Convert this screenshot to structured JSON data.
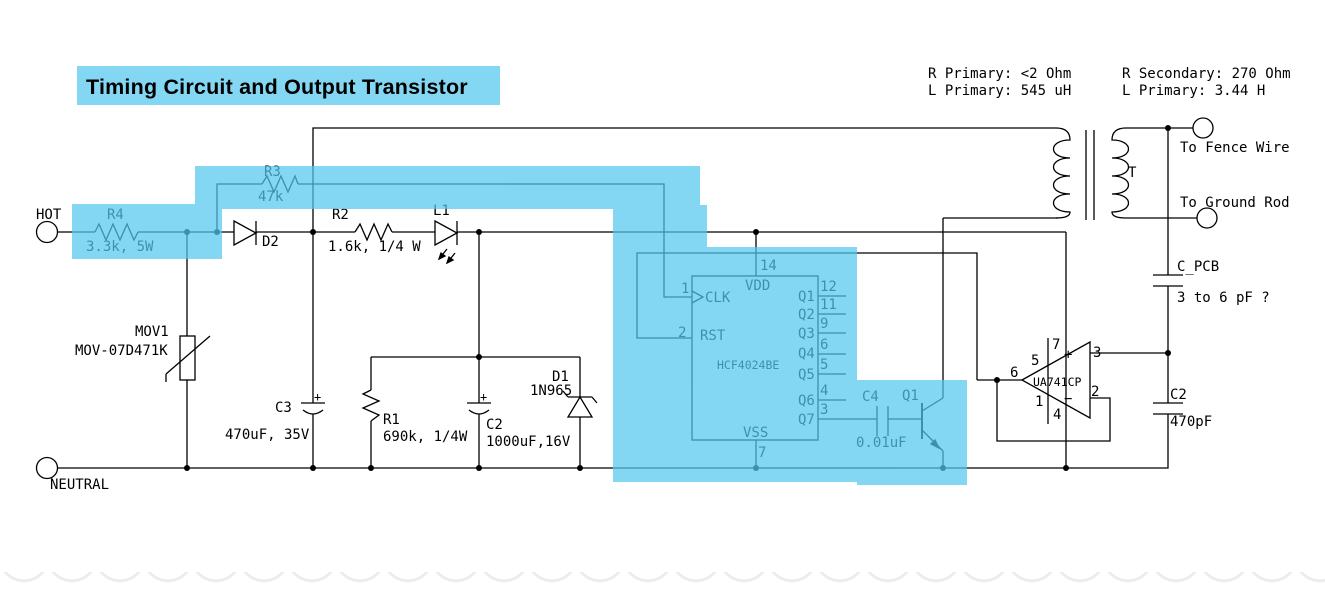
{
  "title": {
    "text": "Timing Circuit and Output Transistor"
  },
  "notes": {
    "primary_r": "R Primary: <2 Ohm",
    "primary_l": "L Primary: 545 uH",
    "secondary_r": "R Secondary: 270 Ohm",
    "secondary_l": "L Primary: 3.44 H"
  },
  "terminals": {
    "hot": "HOT",
    "neutral": "NEUTRAL",
    "fence": "To Fence Wire",
    "ground": "To Ground Rod"
  },
  "components": {
    "r4": {
      "ref": "R4",
      "value": "3.3k, 5W"
    },
    "r3": {
      "ref": "R3",
      "value": "47k"
    },
    "r2": {
      "ref": "R2",
      "value": "1.6k, 1/4 W"
    },
    "r1": {
      "ref": "R1",
      "value": "690k, 1/4W"
    },
    "d2": {
      "ref": "D2"
    },
    "d1": {
      "ref": "D1",
      "value": "1N965"
    },
    "l1": {
      "ref": "L1"
    },
    "mov1": {
      "ref": "MOV1",
      "value": "MOV-07D471K"
    },
    "c3": {
      "ref": "C3",
      "value": "470uF, 35V",
      "polarity": "+"
    },
    "c2_big": {
      "ref": "C2",
      "value": "1000uF,16V",
      "polarity": "+"
    },
    "c4": {
      "ref": "C4",
      "value": "0.01uF"
    },
    "q1": {
      "ref": "Q1"
    },
    "c_pcb": {
      "ref": "C_PCB",
      "value": "3 to 6 pF ?"
    },
    "c2_small": {
      "ref": "C2",
      "value": "470pF"
    },
    "transformer": {
      "ref": "T"
    }
  },
  "ic": {
    "part": "HCF4024BE",
    "clk": {
      "label": "CLK",
      "pin": "1"
    },
    "rst": {
      "label": "RST",
      "pin": "2"
    },
    "vdd": {
      "label": "VDD",
      "pin": "14"
    },
    "vss": {
      "label": "VSS",
      "pin": "7"
    },
    "outputs": [
      {
        "name": "Q1",
        "pin": "12"
      },
      {
        "name": "Q2",
        "pin": "11"
      },
      {
        "name": "Q3",
        "pin": "9"
      },
      {
        "name": "Q4",
        "pin": "6"
      },
      {
        "name": "Q5",
        "pin": "5"
      },
      {
        "name": "Q6",
        "pin": "4"
      },
      {
        "name": "Q7",
        "pin": "3"
      }
    ]
  },
  "opamp": {
    "part": "UA741CP",
    "plus": "+",
    "minus": "−",
    "pin_out": "6",
    "pin_plus": "3",
    "pin_minus": "2",
    "pin_vp": "7",
    "pin_vm": "4",
    "pin_n1": "1",
    "pin_n2": "5"
  },
  "colors": {
    "highlight": "#54c8ef",
    "title_bg": "#84d7f3",
    "title_text": "#19689a",
    "line": "#000000"
  }
}
